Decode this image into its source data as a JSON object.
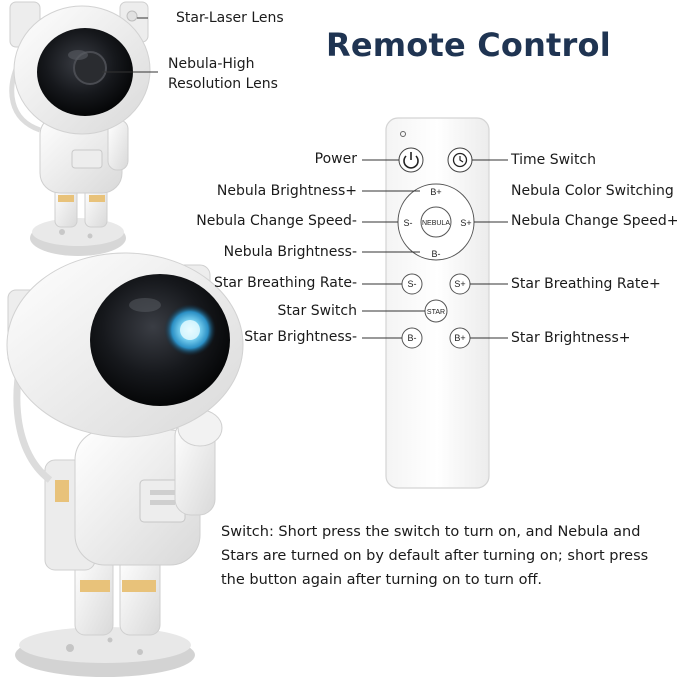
{
  "title": "Remote Control",
  "lens_labels": {
    "star_laser": "Star-Laser Lens",
    "nebula_line1": "Nebula-High",
    "nebula_line2": "Resolution Lens"
  },
  "left_labels": {
    "power": "Power",
    "nebula_brightness_plus": "Nebula Brightness+",
    "nebula_change_speed_minus": "Nebula Change Speed-",
    "nebula_brightness_minus": "Nebula Brightness-",
    "star_breathing_rate_minus": "Star Breathing Rate-",
    "star_switch": "Star Switch",
    "star_brightness_minus": "Star Brightness-"
  },
  "right_labels": {
    "time_switch": "Time Switch",
    "nebula_color_switching": "Nebula Color Switching",
    "nebula_change_speed_plus": "Nebula Change Speed+",
    "star_breathing_rate_plus": "Star Breathing Rate+",
    "star_brightness_plus": "Star Brightness+"
  },
  "remote_buttons": {
    "b_plus": "B+",
    "b_minus": "B-",
    "s_minus": "S-",
    "s_plus": "S+",
    "nebula": "NEBULA",
    "star_s_minus": "S-",
    "star_s_plus": "S+",
    "star": "STAR",
    "star_b_minus": "B-",
    "star_b_plus": "B+"
  },
  "note": "Switch: Short press the switch to turn on, and Nebula and Stars are turned on by default after turning on; short press the button again after turning on to turn off.",
  "colors": {
    "title": "#1f3452",
    "nebula_glow": "#5fc6f0"
  }
}
